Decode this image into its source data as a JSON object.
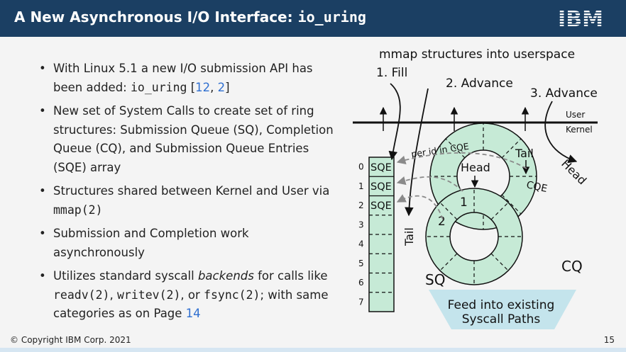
{
  "header": {
    "title_text": "A New Asynchronous I/O Interface: ",
    "title_code": "io_uring",
    "logo_text": "IBM"
  },
  "bullets": [
    {
      "t1": "With Linux 5.1 a new I/O submission API has been added: ",
      "code": "io_uring",
      "t2": " [",
      "ref1": "12",
      "sep": ", ",
      "ref2": "2",
      "t3": "]"
    },
    {
      "text": "New set of System Calls to create set of ring structures: Submission Queue (SQ), Completion Queue (CQ), and Submission Queue Entries (SQE) array"
    },
    {
      "t1": "Structures shared between Kernel and User via ",
      "code": "mmap(2)"
    },
    {
      "text": "Submission and Completion work asynchronously"
    },
    {
      "t1": "Utilizes standard syscall ",
      "em": "backends",
      "t2": " for calls like ",
      "c1": "readv(2)",
      "s1": ", ",
      "c2": "writev(2)",
      "s2": ", or ",
      "c3": "fsync(2)",
      "t3": "; with same categories as on Page ",
      "page": "14"
    }
  ],
  "diagram": {
    "mmap_label": "mmap structures into userspace",
    "fill_label": "1. Fill",
    "advance2_label": "2. Advance",
    "advance3_label": "3. Advance",
    "user_label": "User",
    "kernel_label": "Kernel",
    "sqe_label": "SQE",
    "sqe_indices": [
      "0",
      "1",
      "2",
      "3",
      "4",
      "5",
      "6",
      "7"
    ],
    "per_id_label": "per id in CQE",
    "tail_sq_label": "Tail",
    "head_sq_label": "Head",
    "tail_cq_label": "Tail",
    "head_cq_label": "Head",
    "cqe_label": "CQE",
    "sq_slot1": "1",
    "sq_slot2": "2",
    "sq_label": "SQ",
    "cq_label": "CQ",
    "feed_line1": "Feed into existing",
    "feed_line2": "Syscall Paths",
    "ring_color": "#c6ead6",
    "feed_color": "#c4e4ec"
  },
  "footer": {
    "copyright": "© Copyright IBM Corp. 2021",
    "page": "15"
  }
}
